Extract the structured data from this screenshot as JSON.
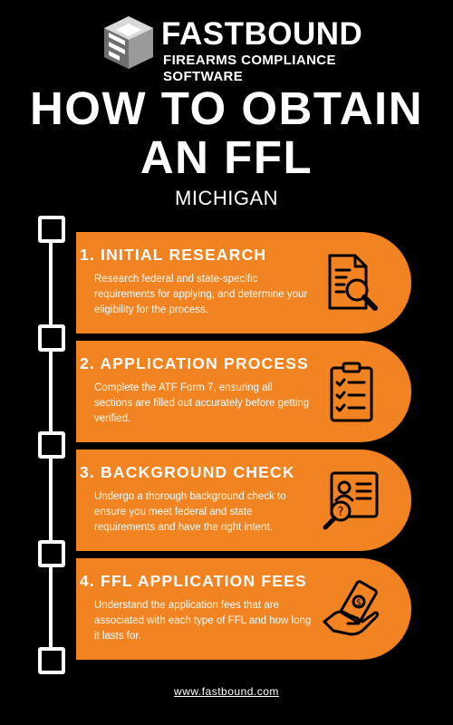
{
  "brand": {
    "name": "FASTBOUND",
    "tagline": "FIREARMS COMPLIANCE SOFTWARE",
    "logo_icon": "fastbound-cube-logo-icon"
  },
  "title": {
    "line1": "HOW TO OBTAIN",
    "line2": "AN FFL"
  },
  "subtitle": "MICHIGAN",
  "colors": {
    "background": "#000000",
    "card": "#f28321",
    "text": "#ffffff"
  },
  "steps": [
    {
      "title": "1. INITIAL RESEARCH",
      "text": "Research federal and state-specific requirements for applying, and determine your eligibility for the process.",
      "icon": "document-magnifier-icon"
    },
    {
      "title": "2. APPLICATION PROCESS",
      "text": "Complete the ATF Form 7, ensuring all sections are filled out accurately before getting verified.",
      "icon": "clipboard-checklist-icon"
    },
    {
      "title": "3. BACKGROUND CHECK",
      "text": "Undergo a thorough background check to ensure you meet federal and state requirements and have the right intent.",
      "icon": "profile-search-icon"
    },
    {
      "title": "4. FFL APPLICATION FEES",
      "text": "Understand the application fees that are associated with each type of FFL and how long it lasts for.",
      "icon": "hand-money-icon"
    }
  ],
  "footer": {
    "url": "www.fastbound.com"
  }
}
